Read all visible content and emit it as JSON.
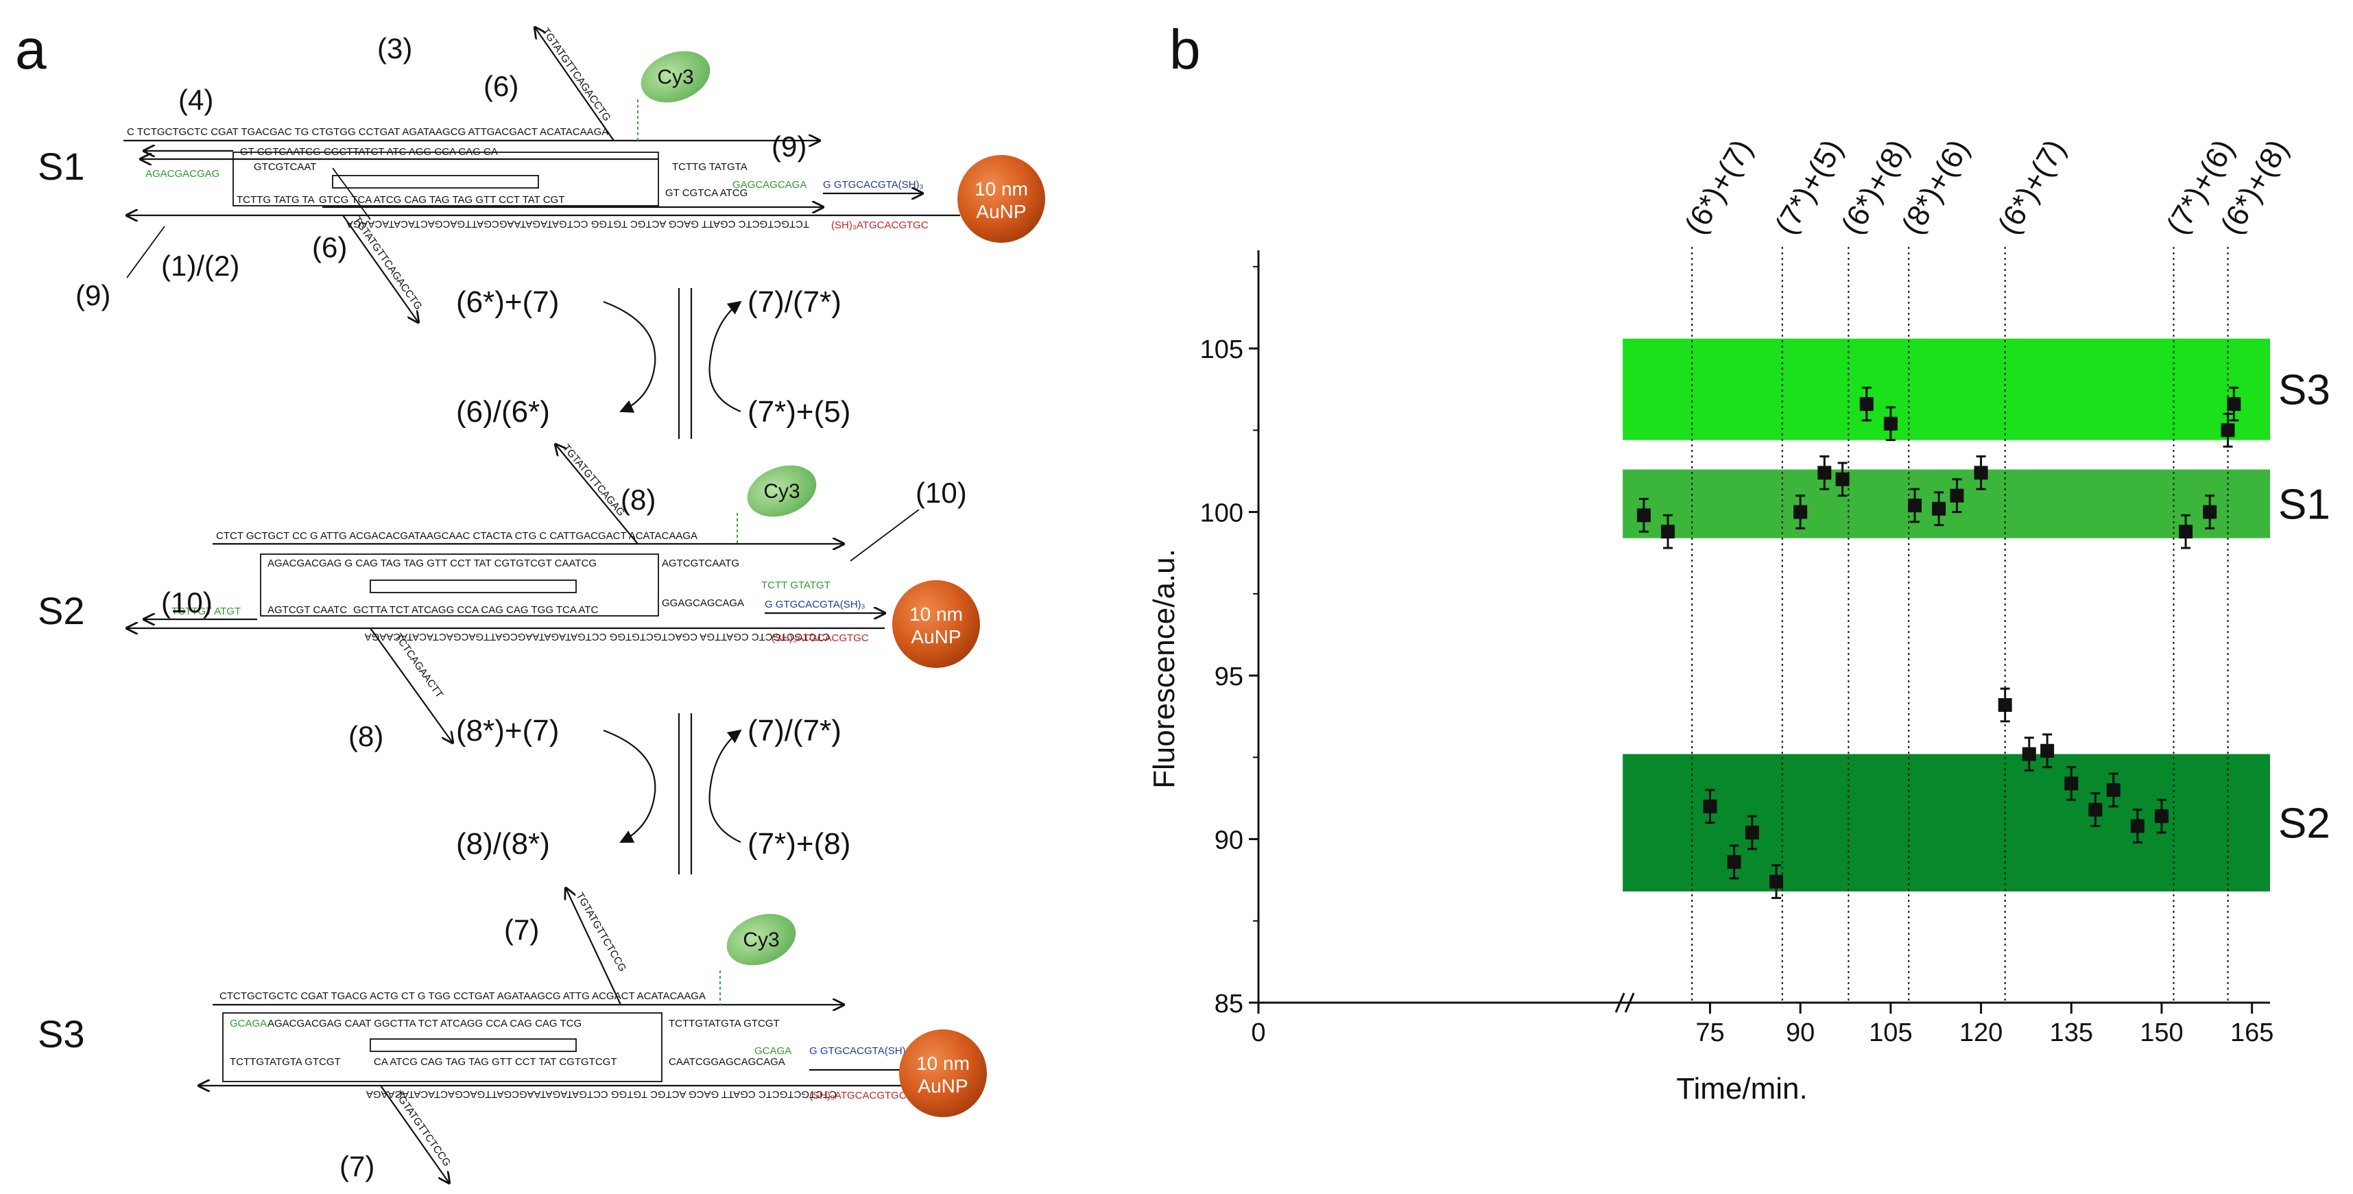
{
  "panel_a": {
    "panel_label": "a",
    "structures": [
      {
        "id": "S1",
        "label": "S1",
        "dye": "Cy3",
        "np_line1": "10 nm",
        "np_line2": "AuNP",
        "domain_labels": [
          "(4)",
          "(3)",
          "(6)",
          "(9)",
          "(9)",
          "(1)/(2)",
          "(6)"
        ],
        "sequences": {
          "top": "C  TCTGCTGCTC CGAT  TGACGAC TG CTGTGG  CCTGAT AGATAAGCG  ATTGACGACT      ACATACAAGA",
          "inner_top": "GT CGTCAATCG CGCTTATCT ATC AGG CCA CAG CA",
          "inner_right": "TCTTG TATGTA",
          "inner_mid": "GTCGTCAAT",
          "inner_left": "TCTTG TATG TA",
          "inner_bottom": "GTCG TCA ATCG CAG TAG TAG GTT CCT TAT CGT",
          "inner_tail": "GT CGTCA  ATCG",
          "bottom": "TCTGCTGCTC CGATT GACG ACTGC TGTGG CCTGATAGATAAGCGATTGACGACTACATACAAGA",
          "diag_up": "TGTATGTTCAGACCTG",
          "diag_down": "TGTATGTTCAGACCTG",
          "green_left": "AGACGACGAG",
          "green_right": "GAGCAGCAGA",
          "blue": "G    GTGCACGTA(SH)₃",
          "red": "(SH)₃ATGCACGTGC"
        }
      },
      {
        "id": "S2",
        "label": "S2",
        "dye": "Cy3",
        "np_line1": "10 nm",
        "np_line2": "AuNP",
        "domain_labels": [
          "(8)",
          "(10)",
          "(10)",
          "(8)"
        ],
        "sequences": {
          "top": "CTCT GCTGCT CC G ATTG ACGACACGATAAGCAAC CTACTA CTG C CATTGACGACT      ACATACAAGA",
          "inner_top": "AGACGACGAG    G CAG TAG TAG GTT CCT TAT CGTGTCGT CAATCG",
          "inner_right": "AGTCGTCAATG",
          "inner_left": "AGTCGT CAATC",
          "inner_bottom": "GCTTA TCT ATCAGG CCA CAG CAG TGG TCA ATC",
          "inner_tail": "GGAGCAGCAGA",
          "bottom": "CTCTGCTGCTC CGATTGA CGACTGCTGTGG CCTGATAGATAAGCGATTGACGACTACATACAAGA",
          "diag_up": "TGTATGTTCAGAG",
          "diag_down": "TCTCAGAACTT",
          "green_left": "TCTTGT ATGT",
          "green_right": "TCTT GTATGT",
          "blue": "G  GTGCACGTA(SH)₃",
          "red": "(SH)₃ATGCACGTGC"
        }
      },
      {
        "id": "S3",
        "label": "S3",
        "dye": "Cy3",
        "np_line1": "10 nm",
        "np_line2": "AuNP",
        "domain_labels": [
          "(7)",
          "(7)"
        ],
        "sequences": {
          "top": "CTCTGCTGCTC CGAT  TGACG ACTG CT G TGG CCTGAT AGATAAGCG ATTG ACGACT        ACATACAAGA",
          "inner_top": "AGACGACGAG   CAAT GGCTTA TCT ATCAGG CCA CAG CAG TCG",
          "inner_right": "TCTTGTATGTA GTCGT",
          "inner_left": "TCTTGTATGTA  GTCGT",
          "inner_bottom": "CA ATCG CAG TAG TAG GTT CCT TAT CGTGTCGT",
          "inner_tail": "CAATCGGAGCAGCAGA",
          "bottom": "CTCTGCTGCTC CGATT GACG ACTGC TGTGG CCTGATAGATAAGCGATTGACGACTACATACAAGA",
          "diag_up": "TGTATGTTCTCCG",
          "diag_down": "TGTATGTTCTCCG",
          "green_left": "GCAGA",
          "green_right": "GCAGA",
          "blue": "G  GTGCACGTA(SH)₃",
          "red": "(SH)₃ATGCACGTGC"
        }
      }
    ],
    "cycles": [
      {
        "in_left": "(6*)+(7)",
        "out_right": "(7)/(7*)",
        "out_left": "(6)/(6*)",
        "in_right": "(7*)+(5)"
      },
      {
        "in_left": "(8*)+(7)",
        "out_right": "(7)/(7*)",
        "out_left": "(8)/(8*)",
        "in_right": "(7*)+(8)"
      }
    ]
  },
  "panel_b": {
    "panel_label": "b",
    "chart_data": {
      "type": "scatter",
      "xlabel": "Time/min.",
      "ylabel": "Fluorescence/a.u.",
      "xlim": [
        0,
        168
      ],
      "ylim": [
        85,
        108
      ],
      "x_axis_break": true,
      "x_tick_labels": [
        "0",
        "75",
        "90",
        "105",
        "120",
        "135",
        "150",
        "165"
      ],
      "y_ticks": [
        85,
        90,
        95,
        100,
        105
      ],
      "grid": false,
      "bands": [
        {
          "label": "S3",
          "y_min": 102.2,
          "y_max": 105.3,
          "color": "#1ae11a"
        },
        {
          "label": "S1",
          "y_min": 99.2,
          "y_max": 101.3,
          "color": "#3bb63b"
        },
        {
          "label": "S2",
          "y_min": 88.4,
          "y_max": 92.6,
          "color": "#07882b"
        }
      ],
      "events": [
        {
          "x": 72,
          "label": "(6*)+(7)"
        },
        {
          "x": 87,
          "label": "(7*)+(5)"
        },
        {
          "x": 98,
          "label": "(6*)+(8)"
        },
        {
          "x": 108,
          "label": "(8*)+(6)"
        },
        {
          "x": 124,
          "label": "(6*)+(7)"
        },
        {
          "x": 152,
          "label": "(7*)+(6)"
        },
        {
          "x": 161,
          "label": "(6*)+(8)"
        }
      ],
      "series": [
        {
          "x": [
            64,
            68,
            75,
            79,
            82,
            86,
            90,
            94,
            97,
            101,
            105,
            109,
            113,
            116,
            120,
            124,
            128,
            131,
            135,
            139,
            142,
            146,
            150,
            154,
            158,
            161,
            162
          ],
          "values": [
            99.9,
            99.4,
            91.0,
            89.3,
            90.2,
            88.7,
            100.0,
            101.2,
            101.0,
            103.3,
            102.7,
            100.2,
            100.1,
            100.5,
            101.2,
            94.1,
            92.6,
            92.7,
            91.7,
            90.9,
            91.5,
            90.4,
            90.7,
            99.4,
            100.0,
            102.5,
            103.3
          ],
          "error": [
            0.5,
            0.5,
            0.5,
            0.5,
            0.5,
            0.5,
            0.5,
            0.5,
            0.5,
            0.5,
            0.5,
            0.5,
            0.5,
            0.5,
            0.5,
            0.5,
            0.5,
            0.5,
            0.5,
            0.5,
            0.5,
            0.5,
            0.5,
            0.5,
            0.5,
            0.5,
            0.5
          ]
        }
      ]
    }
  }
}
